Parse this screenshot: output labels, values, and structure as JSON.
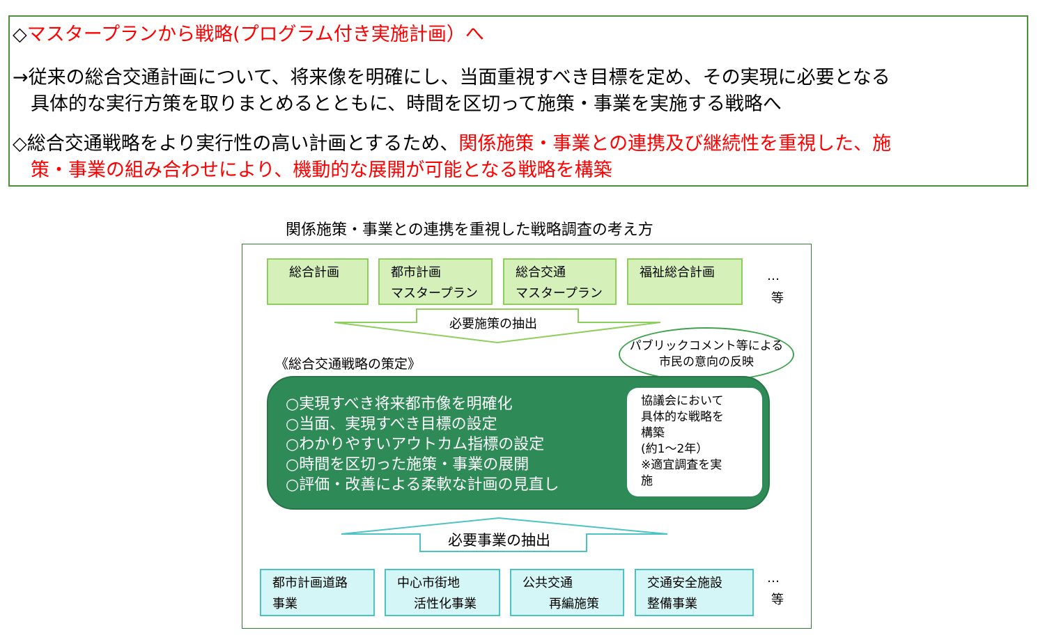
{
  "top": {
    "line1": {
      "marker": "◇",
      "text": "マスタープランから戦略(プログラム付き実施計画）へ"
    },
    "line2": "→従来の総合交通計画について、将来像を明確にし、当面重視すべき目標を定め、その実現に必要となる",
    "line3": "具体的な実行方策を取りまとめるとともに、時間を区切って施策・事業を実施する戦略へ",
    "line4_black": "◇総合交通戦略をより実行性の高い計画とするため、",
    "line4_red": "関係施策・事業との連携及び継続性を重視した、施",
    "line5": "策・事業の組み合わせにより、機動的な展開が可能となる戦略を構築"
  },
  "diagram": {
    "title": "関係施策・事業との連携を重視した戦略調査の考え方",
    "top_boxes": [
      {
        "line1": "総合計画",
        "line2": ""
      },
      {
        "line1": "都市計画",
        "line2": "マスタープラン"
      },
      {
        "line1": "総合交通",
        "line2": "マスタープラン"
      },
      {
        "line1": "福祉総合計画",
        "line2": ""
      }
    ],
    "ellipsis": "…",
    "etc": "等",
    "arrow_down_label": "必要施策の抽出",
    "section_label": "《総合交通戦略の策定》",
    "bubble": {
      "line1": "パブリックコメント等による",
      "line2": "市民の意向の反映"
    },
    "main_items": [
      "○実現すべき将来都市像を明確化",
      "○当面、実現すべき目標の設定",
      "○わかりやすいアウトカム指標の設定",
      "○時間を区切った施策・事業の展開",
      "○評価・改善による柔軟な計画の見直し"
    ],
    "council": [
      "協議会において",
      "具体的な戦略を",
      "構築",
      "(約1～2年）",
      "※適宜調査を実",
      "施"
    ],
    "arrow_up_label": "必要事業の抽出",
    "bottom_boxes": [
      {
        "line1": "都市計画道路",
        "line2": "事業"
      },
      {
        "line1": "中心市街地",
        "line2": "活性化事業"
      },
      {
        "line1": "公共交通",
        "line2": "再編施策"
      },
      {
        "line1": "交通安全施設",
        "line2": "整備事業"
      }
    ]
  },
  "colors": {
    "frame_green": "#4a8f3a",
    "highlight_red": "#ff0000",
    "plan_box_fill": "#d5f0b8",
    "project_box_fill": "#d4f6f6",
    "strategy_fill": "#2e8b57"
  }
}
